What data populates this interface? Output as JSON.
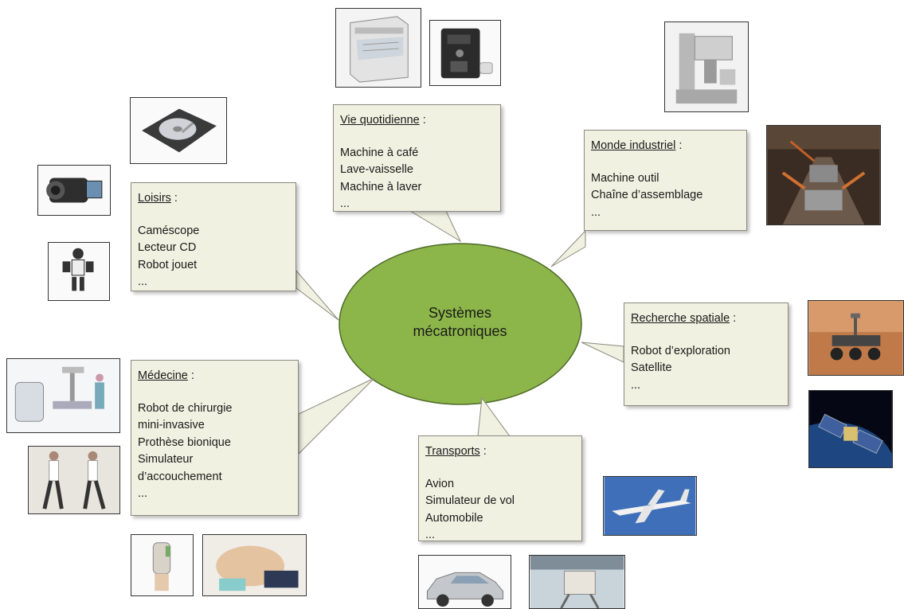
{
  "hub": {
    "line1": "Systèmes",
    "line2": "mécatroniques",
    "fill": "#8cb54a"
  },
  "callout_fill": "#f1f1e2",
  "boxes": {
    "vie": {
      "title": "Vie quotidienne",
      "sep": " :",
      "items": [
        "Machine à café",
        "Lave-vaisselle",
        "Machine à laver",
        "..."
      ]
    },
    "monde": {
      "title": "Monde industriel",
      "sep": " :",
      "items": [
        "Machine outil",
        "Chaîne d’assemblage",
        "..."
      ]
    },
    "loisirs": {
      "title": "Loisirs",
      "sep": " :",
      "items": [
        "Caméscope",
        "Lecteur CD",
        "Robot jouet",
        "..."
      ]
    },
    "recherche": {
      "title": "Recherche spatiale",
      "sep": " :",
      "items": [
        "Robot d’exploration",
        "Satellite",
        "..."
      ]
    },
    "medecine": {
      "title": "Médecine",
      "sep": " :",
      "items": [
        "Robot de chirurgie",
        "mini-invasive",
        "Prothèse bionique",
        "Simulateur",
        "d’accouchement",
        "..."
      ]
    },
    "transports": {
      "title": "Transports",
      "sep": " :",
      "items": [
        "Avion",
        "Simulateur de vol",
        "Automobile",
        "..."
      ]
    }
  },
  "photos": {
    "dishwasher": "dishwasher-photo",
    "coffee": "coffee-machine-photo",
    "machine_tool": "machine-tool-photo",
    "assembly": "assembly-line-photo",
    "harddrive": "hard-drive-photo",
    "camcorder": "camcorder-photo",
    "robot_toy": "robot-toy-photo",
    "mars_rover": "mars-rover-photo",
    "satellite": "satellite-photo",
    "surgery": "surgical-robot-photo",
    "exoskeleton": "exoskeleton-photo",
    "prosthesis": "bionic-hand-photo",
    "birth_sim": "birth-simulator-photo",
    "airplane": "airplane-photo",
    "car": "car-photo",
    "flight_sim": "flight-simulator-photo"
  }
}
